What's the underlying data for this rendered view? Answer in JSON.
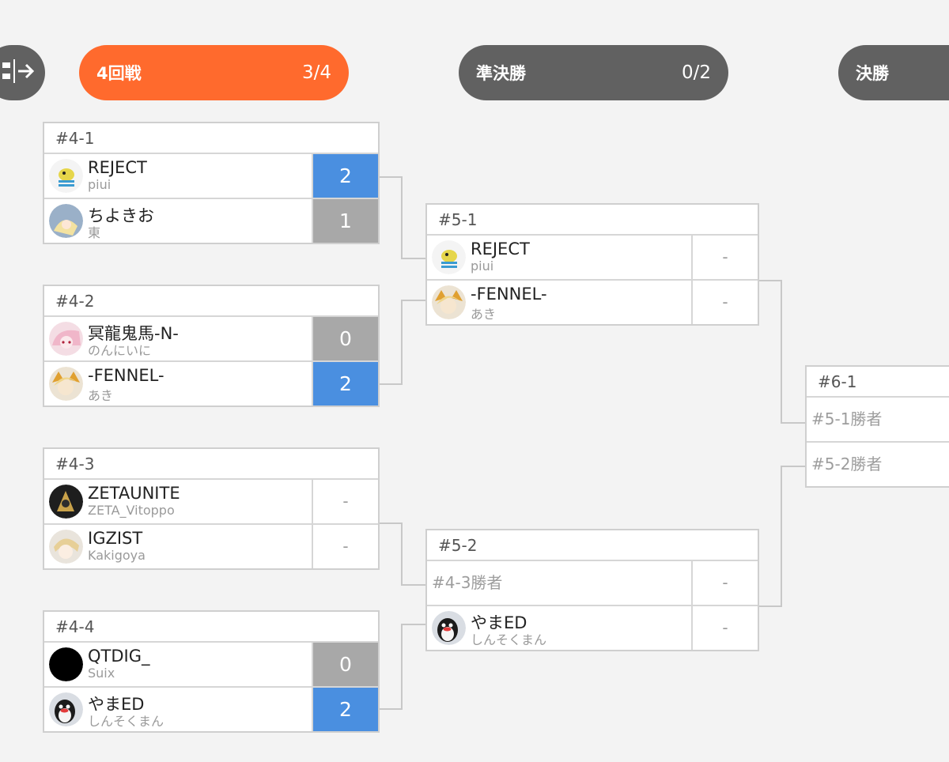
{
  "rounds": [
    {
      "label": "4回戦",
      "count": "3/4"
    },
    {
      "label": "準決勝",
      "count": "0/2"
    },
    {
      "label": "決勝",
      "count": ""
    }
  ],
  "matches": {
    "m41": {
      "id": "#4-1",
      "p1": {
        "name": "REJECT",
        "account": "piui",
        "score": "2"
      },
      "p2": {
        "name": "ちよきお",
        "account": "東",
        "score": "1"
      }
    },
    "m42": {
      "id": "#4-2",
      "p1": {
        "name": "冥龍鬼馬-N-",
        "account": "のんにいに",
        "score": "0"
      },
      "p2": {
        "name": "-FENNEL-",
        "account": "あき",
        "score": "2"
      }
    },
    "m43": {
      "id": "#4-3",
      "p1": {
        "name": "ZETAUNITE",
        "account": "ZETA_Vitoppo",
        "score": "-"
      },
      "p2": {
        "name": "IGZIST",
        "account": "Kakigoya",
        "score": "-"
      }
    },
    "m44": {
      "id": "#4-4",
      "p1": {
        "name": "QTDIG_",
        "account": "Suix",
        "score": "0"
      },
      "p2": {
        "name": "やまED",
        "account": "しんそくまん",
        "score": "2"
      }
    },
    "m51": {
      "id": "#5-1",
      "p1": {
        "name": "REJECT",
        "account": "piui",
        "score": "-"
      },
      "p2": {
        "name": "-FENNEL-",
        "account": "あき",
        "score": "-"
      }
    },
    "m52": {
      "id": "#5-2",
      "p1": {
        "placeholder": "#4-3勝者",
        "score": "-"
      },
      "p2": {
        "name": "やまED",
        "account": "しんそくまん",
        "score": "-"
      }
    },
    "m61": {
      "id": "#6-1",
      "p1": {
        "placeholder": "#5-1勝者"
      },
      "p2": {
        "placeholder": "#5-2勝者"
      }
    }
  },
  "colors": {
    "active_round": "#ff6a2d",
    "idle_round": "#616161",
    "win": "#4a8fe0",
    "lose": "#a8a8a8"
  },
  "icons": [
    "exit-sidebar-icon",
    "avatar-bird",
    "avatar-blonde",
    "avatar-pink",
    "avatar-fox",
    "avatar-dark",
    "avatar-boy",
    "avatar-black",
    "avatar-penguin"
  ]
}
